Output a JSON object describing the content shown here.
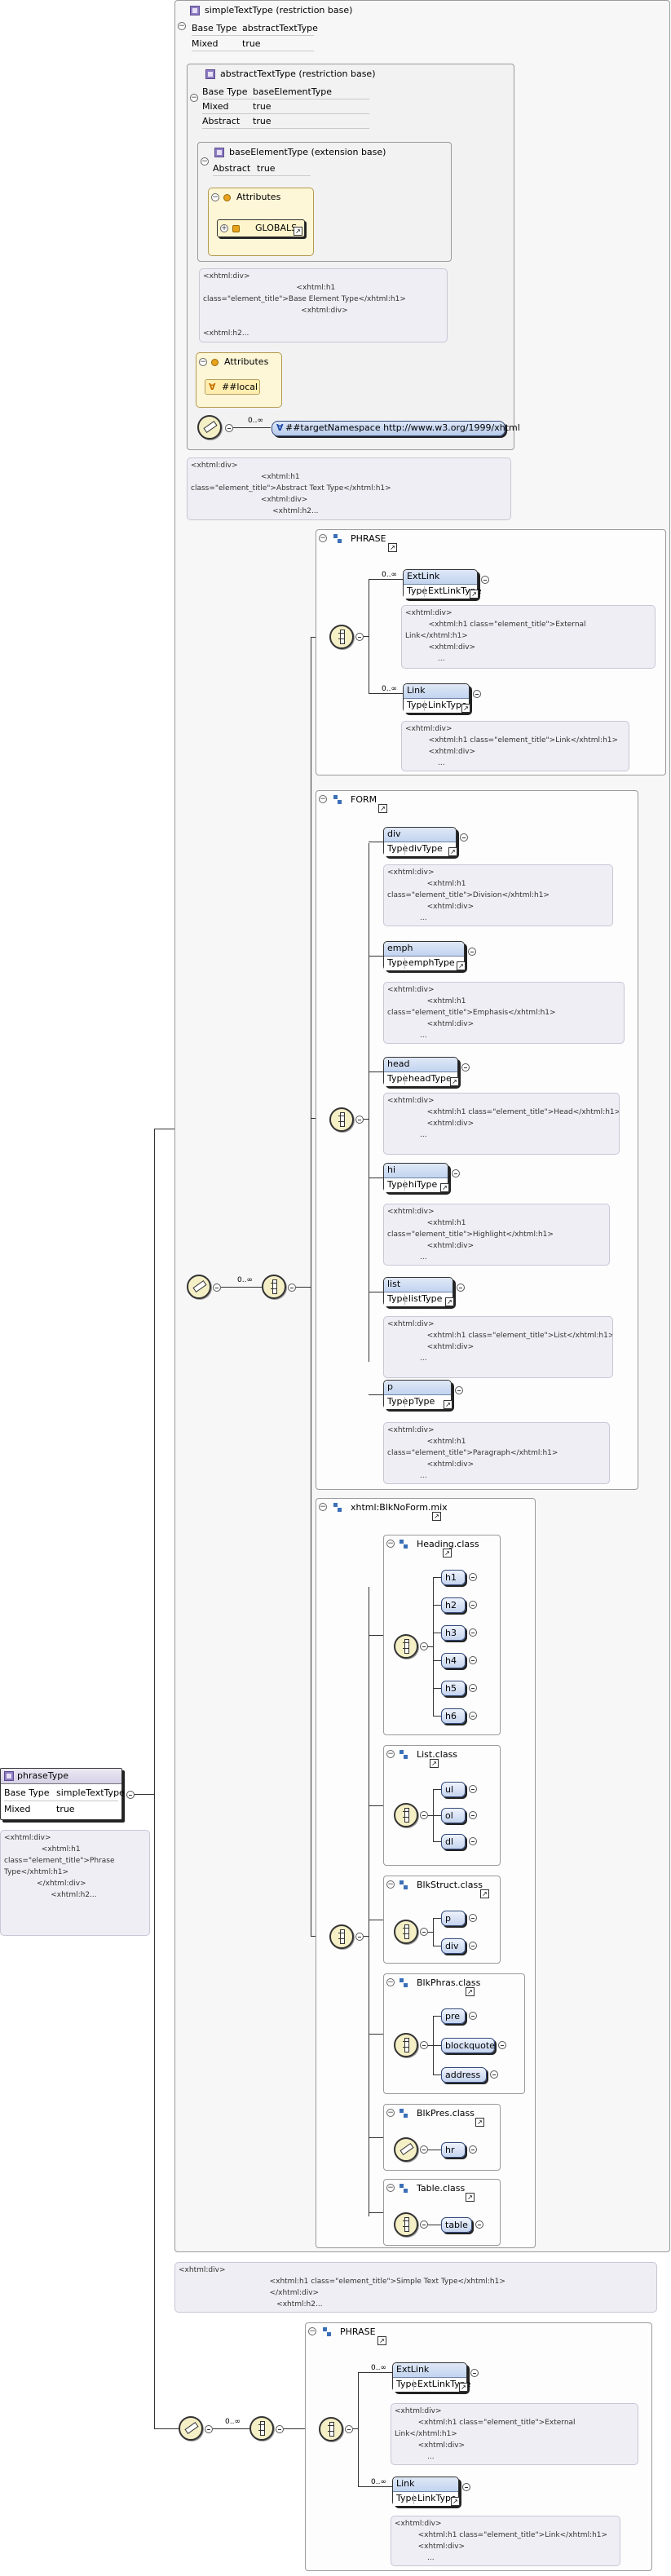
{
  "root": {
    "name": "phraseType",
    "base_type_label": "Base Type",
    "base_type_value": "simpleTextType",
    "mixed_label": "Mixed",
    "mixed_value": "true",
    "doc": "<xhtml:div>\n                <xhtml:h1\nclass=\"element_title\">Phrase\nType</xhtml:h1>\n              </xhtml:div>\n                    <xhtml:h2..."
  },
  "simple_text": {
    "title": "simpleTextType (restriction base)",
    "base_type_label": "Base Type",
    "base_type_value": "abstractTextType",
    "mixed_label": "Mixed",
    "mixed_value": "true",
    "doc": "<xhtml:div>\n                                       <xhtml:h1 class=\"element_title\">Simple Text Type</xhtml:h1>\n                                       </xhtml:div>\n                                          <xhtml:h2..."
  },
  "abstract_text": {
    "title": "abstractTextType (restriction base)",
    "base_type_label": "Base Type",
    "base_type_value": "baseElementType",
    "mixed_label": "Mixed",
    "mixed_value": "true",
    "abstract_label": "Abstract",
    "abstract_value": "true",
    "doc": "<xhtml:div>\n                              <xhtml:h1\nclass=\"element_title\">Abstract Text Type</xhtml:h1>\n                              <xhtml:div>\n                                   <xhtml:h2..."
  },
  "base_element": {
    "title": "baseElementType (extension base)",
    "abstract_label": "Abstract",
    "abstract_value": "true",
    "attributes_label": "Attributes",
    "globals_label": "GLOBALS",
    "doc": "<xhtml:div>\n                                        <xhtml:h1\nclass=\"element_title\">Base Element Type</xhtml:h1>\n                                          <xhtml:div>\n\n<xhtml:h2..."
  },
  "local_attrs": {
    "attributes_label": "Attributes",
    "local_label": "##local"
  },
  "any": {
    "occurs": "0..∞",
    "namespace": "##targetNamespace http://www.w3.org/1999/xhtml"
  },
  "main_choice": {
    "occurs": "0..∞"
  },
  "phrase_group_1": {
    "title": "PHRASE",
    "elements": [
      {
        "name": "ExtLink",
        "type_label": "Type",
        "type": "ExtLinkType",
        "occurs": "0..∞",
        "doc": "<xhtml:div>\n          <xhtml:h1 class=\"element_title\">External\nLink</xhtml:h1>\n          <xhtml:div>\n              ..."
      },
      {
        "name": "Link",
        "type_label": "Type",
        "type": "LinkType",
        "occurs": "0..∞",
        "doc": "<xhtml:div>\n          <xhtml:h1 class=\"element_title\">Link</xhtml:h1>\n          <xhtml:div>\n              ..."
      }
    ]
  },
  "form_group": {
    "title": "FORM",
    "elements": [
      {
        "name": "div",
        "type_label": "Type",
        "type": "divType",
        "doc": "<xhtml:div>\n                 <xhtml:h1\nclass=\"element_title\">Division</xhtml:h1>\n                 <xhtml:div>\n              ..."
      },
      {
        "name": "emph",
        "type_label": "Type",
        "type": "emphType",
        "doc": "<xhtml:div>\n                 <xhtml:h1\nclass=\"element_title\">Emphasis</xhtml:h1>\n                 <xhtml:div>\n              ..."
      },
      {
        "name": "head",
        "type_label": "Type",
        "type": "headType",
        "doc": "<xhtml:div>\n                 <xhtml:h1 class=\"element_title\">Head</xhtml:h1>\n                 <xhtml:div>\n              ..."
      },
      {
        "name": "hi",
        "type_label": "Type",
        "type": "hiType",
        "doc": "<xhtml:div>\n                 <xhtml:h1\nclass=\"element_title\">Highlight</xhtml:h1>\n                 <xhtml:div>\n              ..."
      },
      {
        "name": "list",
        "type_label": "Type",
        "type": "listType",
        "doc": "<xhtml:div>\n                 <xhtml:h1 class=\"element_title\">List</xhtml:h1>\n                 <xhtml:div>\n              ..."
      },
      {
        "name": "p",
        "type_label": "Type",
        "type": "pType",
        "doc": "<xhtml:div>\n                 <xhtml:h1\nclass=\"element_title\">Paragraph</xhtml:h1>\n                 <xhtml:div>\n              ..."
      }
    ]
  },
  "blknoform": {
    "title": "xhtml:BlkNoForm.mix",
    "heading": {
      "title": "Heading.class",
      "items": [
        "h1",
        "h2",
        "h3",
        "h4",
        "h5",
        "h6"
      ]
    },
    "list": {
      "title": "List.class",
      "items": [
        "ul",
        "ol",
        "dl"
      ]
    },
    "blkstruct": {
      "title": "BlkStruct.class",
      "items": [
        "p",
        "div"
      ]
    },
    "blkphras": {
      "title": "BlkPhras.class",
      "items": [
        "pre",
        "blockquote",
        "address"
      ]
    },
    "blkpres": {
      "title": "BlkPres.class",
      "items": [
        "hr"
      ]
    },
    "table": {
      "title": "Table.class",
      "items": [
        "table"
      ]
    }
  },
  "bottom_choice": {
    "occurs": "0..∞"
  },
  "phrase_group_2": {
    "title": "PHRASE",
    "elements": [
      {
        "name": "ExtLink",
        "type_label": "Type",
        "type": "ExtLinkType",
        "occurs": "0..∞",
        "doc": "<xhtml:div>\n          <xhtml:h1 class=\"element_title\">External\nLink</xhtml:h1>\n          <xhtml:div>\n              ..."
      },
      {
        "name": "Link",
        "type_label": "Type",
        "type": "LinkType",
        "occurs": "0..∞",
        "doc": "<xhtml:div>\n          <xhtml:h1 class=\"element_title\">Link</xhtml:h1>\n          <xhtml:div>\n              ..."
      }
    ]
  }
}
